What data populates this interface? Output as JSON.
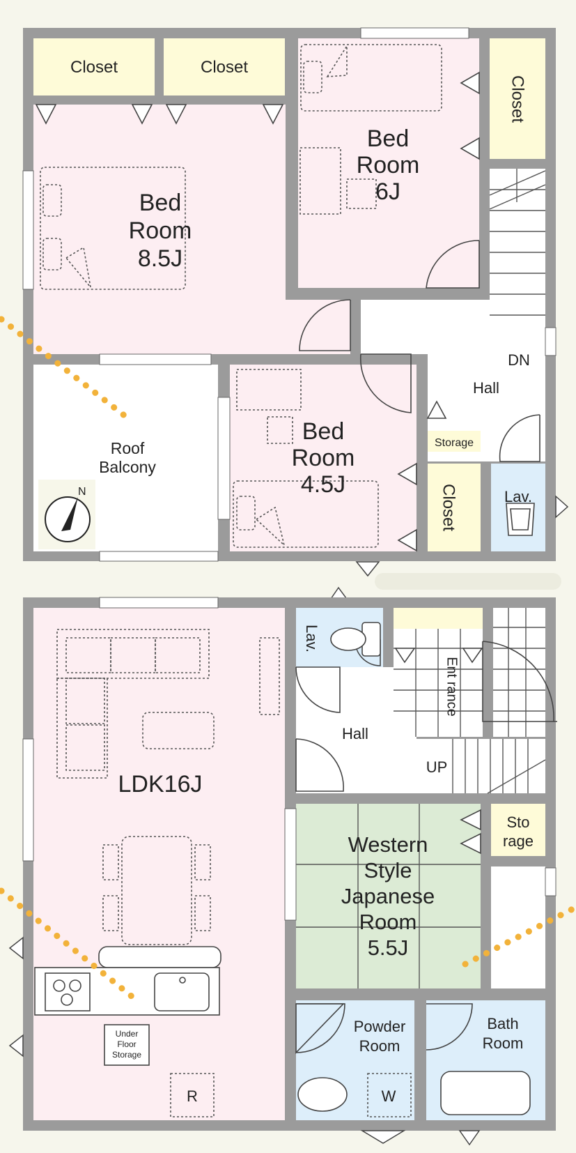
{
  "colors": {
    "background": "#f6f6ec",
    "wall": "#9b9b9b",
    "bedroom": "#fdeef2",
    "closet": "#fefbd8",
    "wet_area": "#ddeefa",
    "japanese_room": "#dcebd5",
    "hall": "#ffffff",
    "dotted_line": "#f2b23a"
  },
  "upper_floor": {
    "closet_1": "Closet",
    "closet_2": "Closet",
    "closet_3": "Closet",
    "closet_4": "Closet",
    "bedroom_large": [
      "Bed",
      "Room",
      "8.5J"
    ],
    "bedroom_medium": [
      "Bed",
      "Room",
      "6J"
    ],
    "bedroom_small": [
      "Bed",
      "Room",
      "4.5J"
    ],
    "roof_balcony": [
      "Roof",
      "Balcony"
    ],
    "hall": "Hall",
    "stairs": "DN",
    "storage": "Storage",
    "lavatory": "Lav.",
    "compass_label": "N"
  },
  "lower_floor": {
    "ldk": "LDK16J",
    "lavatory": "Lav.",
    "entrance": "Ent rance",
    "hall": "Hall",
    "stairs": "UP",
    "storage": [
      "Sto",
      "rage"
    ],
    "japanese_room": [
      "Western",
      "Style",
      "Japanese",
      "Room",
      "5.5J"
    ],
    "under_floor_storage": [
      "Under",
      "Floor",
      "Storage"
    ],
    "refrigerator": "R",
    "powder_room": [
      "Powder",
      "Room"
    ],
    "washer": "W",
    "bath_room": [
      "Bath",
      "Room"
    ]
  }
}
